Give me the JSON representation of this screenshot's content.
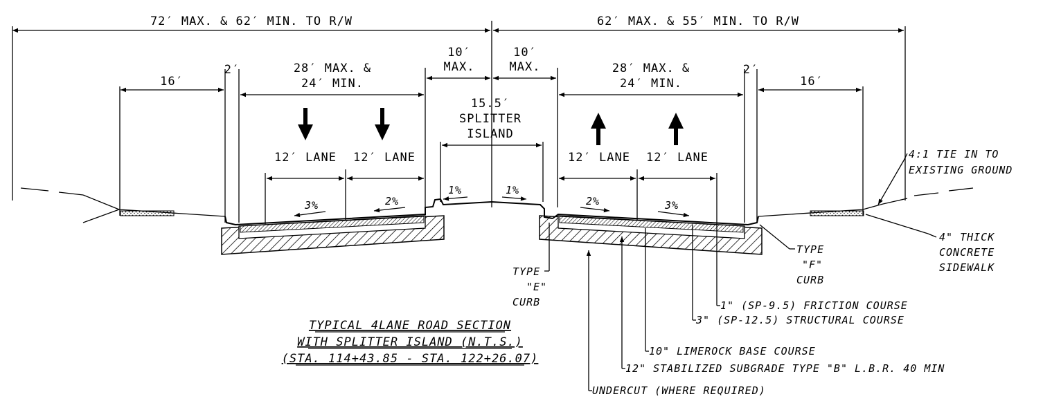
{
  "dimensions": {
    "left_row": "72′ MAX. & 62′ MIN. TO R/W",
    "right_row": "62′ MAX. & 55′ MIN. TO R/W",
    "left_sidewalk_width": "16′",
    "right_sidewalk_width": "16′",
    "left_gutter": "2′",
    "right_gutter": "2′",
    "roadway_line1": "28′ MAX. &",
    "roadway_line2": "24′ MIN.",
    "median_10": "10′",
    "median_max": "MAX.",
    "island_width": "15.5′",
    "island_line2": "SPLITTER",
    "island_line3": "ISLAND",
    "lane": "12′ LANE"
  },
  "slopes": {
    "outer_lane": "3%",
    "inner_lane": "2%",
    "island": "1%"
  },
  "callouts": {
    "tie_in_1": "4:1 TIE IN TO",
    "tie_in_2": "EXISTING GROUND",
    "sidewalk_1": "4\" THICK",
    "sidewalk_2": "CONCRETE",
    "sidewalk_3": "SIDEWALK",
    "curb_f_1": "TYPE",
    "curb_f_2": "\"F\"",
    "curb_f_3": "CURB",
    "curb_e_1": "TYPE",
    "curb_e_2": "\"E\"",
    "curb_e_3": "CURB",
    "friction": "1\" (SP-9.5) FRICTION COURSE",
    "structural": "3\" (SP-12.5) STRUCTURAL COURSE",
    "base": "10\" LIMEROCK BASE COURSE",
    "subgrade": "12\" STABILIZED SUBGRADE TYPE \"B\" L.B.R. 40 MIN",
    "undercut": "UNDERCUT (WHERE REQUIRED)"
  },
  "title": {
    "line1": "TYPICAL 4LANE ROAD SECTION",
    "line2": "WITH SPLITTER ISLAND (N.T.S.)",
    "line3": "(STA. 114+43.85 - STA. 122+26.07)"
  }
}
